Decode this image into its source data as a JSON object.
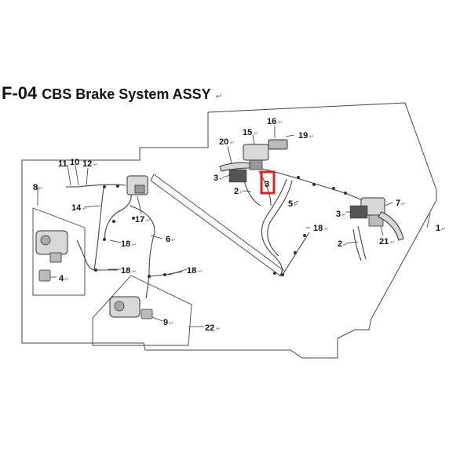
{
  "title": {
    "code": "F-04",
    "text": "CBS Brake System ASSY",
    "mark": "↵"
  },
  "callouts": [
    {
      "id": "c16",
      "number": "16",
      "mark": "↵"
    },
    {
      "id": "c15",
      "number": "15",
      "mark": "↵"
    },
    {
      "id": "c19",
      "number": "19",
      "mark": "↵"
    },
    {
      "id": "c20",
      "number": "20",
      "mark": "↵"
    },
    {
      "id": "c3a",
      "number": "3",
      "mark": "↵"
    },
    {
      "id": "c3b",
      "number": "3",
      "mark": ""
    },
    {
      "id": "c2a",
      "number": "2",
      "mark": "↵"
    },
    {
      "id": "c5",
      "number": "5",
      "mark": "↵"
    },
    {
      "id": "c7",
      "number": "7",
      "mark": "↵"
    },
    {
      "id": "c3c",
      "number": "3",
      "mark": "↵"
    },
    {
      "id": "c1",
      "number": "1",
      "mark": "↵"
    },
    {
      "id": "c18a",
      "number": "18",
      "mark": "↵"
    },
    {
      "id": "c21",
      "number": "21",
      "mark": "↵"
    },
    {
      "id": "c2b",
      "number": "2",
      "mark": "↵"
    },
    {
      "id": "c11",
      "number": "11",
      "mark": ""
    },
    {
      "id": "c10",
      "number": "10",
      "mark": ""
    },
    {
      "id": "c12",
      "number": "12",
      "mark": "↵"
    },
    {
      "id": "c8",
      "number": "8",
      "mark": "↵"
    },
    {
      "id": "c14",
      "number": "14",
      "mark": "↵"
    },
    {
      "id": "c17",
      "number": "17",
      "mark": "↵"
    },
    {
      "id": "c6",
      "number": "6",
      "mark": "↵"
    },
    {
      "id": "c18b",
      "number": "18",
      "mark": "↵"
    },
    {
      "id": "c18c",
      "number": "18",
      "mark": "↵"
    },
    {
      "id": "c18d",
      "number": "18",
      "mark": "↵"
    },
    {
      "id": "c4",
      "number": "4",
      "mark": "↵"
    },
    {
      "id": "c9",
      "number": "9",
      "mark": "↵"
    },
    {
      "id": "c22",
      "number": "22",
      "mark": "↵"
    }
  ],
  "colors": {
    "highlight": "#e02020",
    "line": "#333333",
    "part_fill": "#d8d8d8",
    "part_dark": "#555555"
  }
}
